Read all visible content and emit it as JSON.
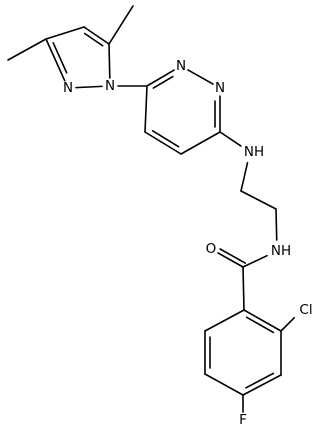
{
  "molecule": {
    "atoms": [
      {
        "id": "a_me1",
        "label": ""
      },
      {
        "id": "a_pz_c5",
        "label": ""
      },
      {
        "id": "a_pz_c4",
        "label": ""
      },
      {
        "id": "a_pz_c3",
        "label": ""
      },
      {
        "id": "a_me2",
        "label": ""
      },
      {
        "id": "a_pz_n2",
        "label": "N"
      },
      {
        "id": "a_pz_n1",
        "label": "N"
      },
      {
        "id": "a_pd_c3",
        "label": ""
      },
      {
        "id": "a_pd_n2",
        "label": "N"
      },
      {
        "id": "a_pd_n1",
        "label": "N"
      },
      {
        "id": "a_pd_c6",
        "label": ""
      },
      {
        "id": "a_pd_c5",
        "label": ""
      },
      {
        "id": "a_pd_c4",
        "label": ""
      },
      {
        "id": "a_nh1",
        "label": "H"
      },
      {
        "id": "a_nh1_n",
        "label": "N"
      },
      {
        "id": "a_ch2a",
        "label": ""
      },
      {
        "id": "a_ch2b",
        "label": ""
      },
      {
        "id": "a_nh2",
        "label": "H"
      },
      {
        "id": "a_nh2_n",
        "label": "N"
      },
      {
        "id": "a_co",
        "label": ""
      },
      {
        "id": "a_o",
        "label": "O"
      },
      {
        "id": "a_bz1",
        "label": ""
      },
      {
        "id": "a_bz2",
        "label": ""
      },
      {
        "id": "a_bz3",
        "label": ""
      },
      {
        "id": "a_bz4",
        "label": ""
      },
      {
        "id": "a_bz5",
        "label": ""
      },
      {
        "id": "a_bz6",
        "label": ""
      },
      {
        "id": "a_cl",
        "label": "Cl"
      },
      {
        "id": "a_f",
        "label": "F"
      }
    ]
  }
}
